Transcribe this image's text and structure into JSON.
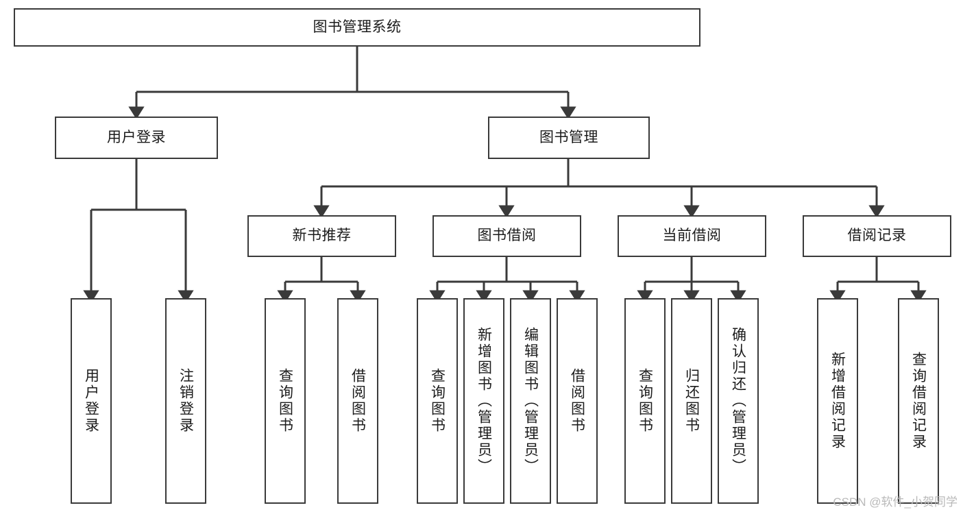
{
  "diagram": {
    "title": "图书管理系统",
    "type": "tree-hierarchy-chart",
    "colors": {
      "stroke": "#3a3a3a",
      "fill": "#ffffff",
      "text": "#1b1b1b",
      "watermark": "#b9b9b9"
    },
    "root": {
      "label": "图书管理系统"
    },
    "level1": [
      {
        "label": "用户登录"
      },
      {
        "label": "图书管理"
      }
    ],
    "level2": [
      {
        "label": "新书推荐"
      },
      {
        "label": "图书借阅"
      },
      {
        "label": "当前借阅"
      },
      {
        "label": "借阅记录"
      }
    ],
    "leaves": {
      "user_login": [
        {
          "label": "用户登录"
        },
        {
          "label": "注销登录"
        }
      ],
      "new_book_recommend": [
        {
          "label": "查询图书"
        },
        {
          "label": "借阅图书"
        }
      ],
      "book_borrow": [
        {
          "label": "查询图书"
        },
        {
          "label": "新增图书（管理员）"
        },
        {
          "label": "编辑图书（管理员）"
        },
        {
          "label": "借阅图书"
        }
      ],
      "current_borrow": [
        {
          "label": "查询图书"
        },
        {
          "label": "归还图书"
        },
        {
          "label": "确认归还（管理员）"
        }
      ],
      "borrow_record": [
        {
          "label": "新增借阅记录"
        },
        {
          "label": "查询借阅记录"
        }
      ]
    },
    "watermark": "CSDN @软件_小贺同学"
  }
}
